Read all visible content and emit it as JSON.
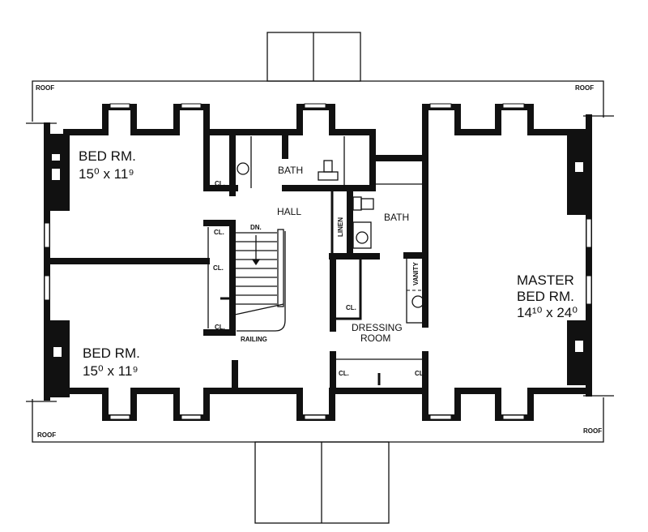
{
  "labels": {
    "roof_tl": "ROOF",
    "roof_tr": "ROOF",
    "roof_bl": "ROOF",
    "roof_br": "ROOF",
    "bed1_name": "BED RM.",
    "bed1_size": "15⁰ x 11⁹",
    "bed2_name": "BED RM.",
    "bed2_size": "15⁰ x 11⁹",
    "master_name1": "MASTER",
    "master_name2": "BED RM.",
    "master_size": "14¹⁰ x 24⁰",
    "bath1": "BATH",
    "bath2": "BATH",
    "hall": "HALL",
    "linen": "LINEN",
    "vanity": "VANITY",
    "dn": "DN.",
    "railing": "RAILING",
    "dressing1": "DRESSING",
    "dressing2": "ROOM",
    "cl": [
      "CL.",
      "CL.",
      "CL.",
      "CL.",
      "CL.",
      "CL.",
      "CL."
    ]
  }
}
